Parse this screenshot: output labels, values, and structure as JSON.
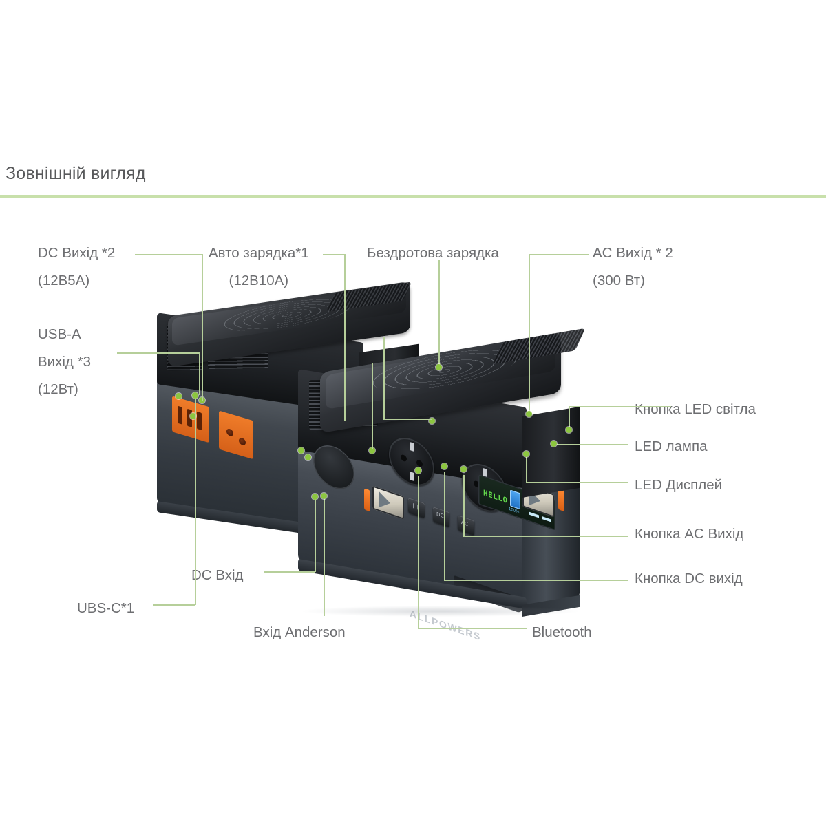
{
  "header": {
    "section_title": "Зовнішній вигляд",
    "divider_color": "#c8e0ab"
  },
  "theme": {
    "label_color": "#6d6e71",
    "title_color": "#58595b",
    "leader_line_color": "#b6cf9a",
    "marker_dot_color": "#8cc63f",
    "accent_orange": "#f07d2a",
    "background": "#ffffff"
  },
  "product": {
    "brand": "ALLPOWERS",
    "display_text": "HELLO",
    "display_percent": "100%",
    "button_dc_label": "DC",
    "button_ac_label": "AC"
  },
  "callouts": [
    {
      "id": "dc-output",
      "line1": "DC Вихід *2",
      "line2": "(12В5А)"
    },
    {
      "id": "auto-charge",
      "line1": "Авто зарядка*1",
      "line2": "(12В10А)"
    },
    {
      "id": "wireless-charging",
      "line1": "Бездротова зарядка",
      "line2": ""
    },
    {
      "id": "ac-output",
      "line1": "AC Вихід * 2",
      "line2": "(300 Вт)"
    },
    {
      "id": "usb-a-output",
      "line1": "USB-A",
      "line2": "Вихід *3",
      "line3": "(12Вт)"
    },
    {
      "id": "led-light-button",
      "line1": "Кнопка LED світла",
      "line2": ""
    },
    {
      "id": "led-lamp",
      "line1": "LED лампа",
      "line2": ""
    },
    {
      "id": "led-display",
      "line1": "LED Дисплей",
      "line2": ""
    },
    {
      "id": "ac-output-button",
      "line1": "Кнопка AC Вихід",
      "line2": ""
    },
    {
      "id": "dc-output-button",
      "line1": "Кнопка DC вихід",
      "line2": ""
    },
    {
      "id": "dc-input",
      "line1": "DC Вхід",
      "line2": ""
    },
    {
      "id": "usb-c",
      "line1": "UBS-C*1",
      "line2": ""
    },
    {
      "id": "anderson-input",
      "line1": "Вхід Anderson",
      "line2": ""
    },
    {
      "id": "bluetooth",
      "line1": "Bluetooth",
      "line2": ""
    }
  ]
}
